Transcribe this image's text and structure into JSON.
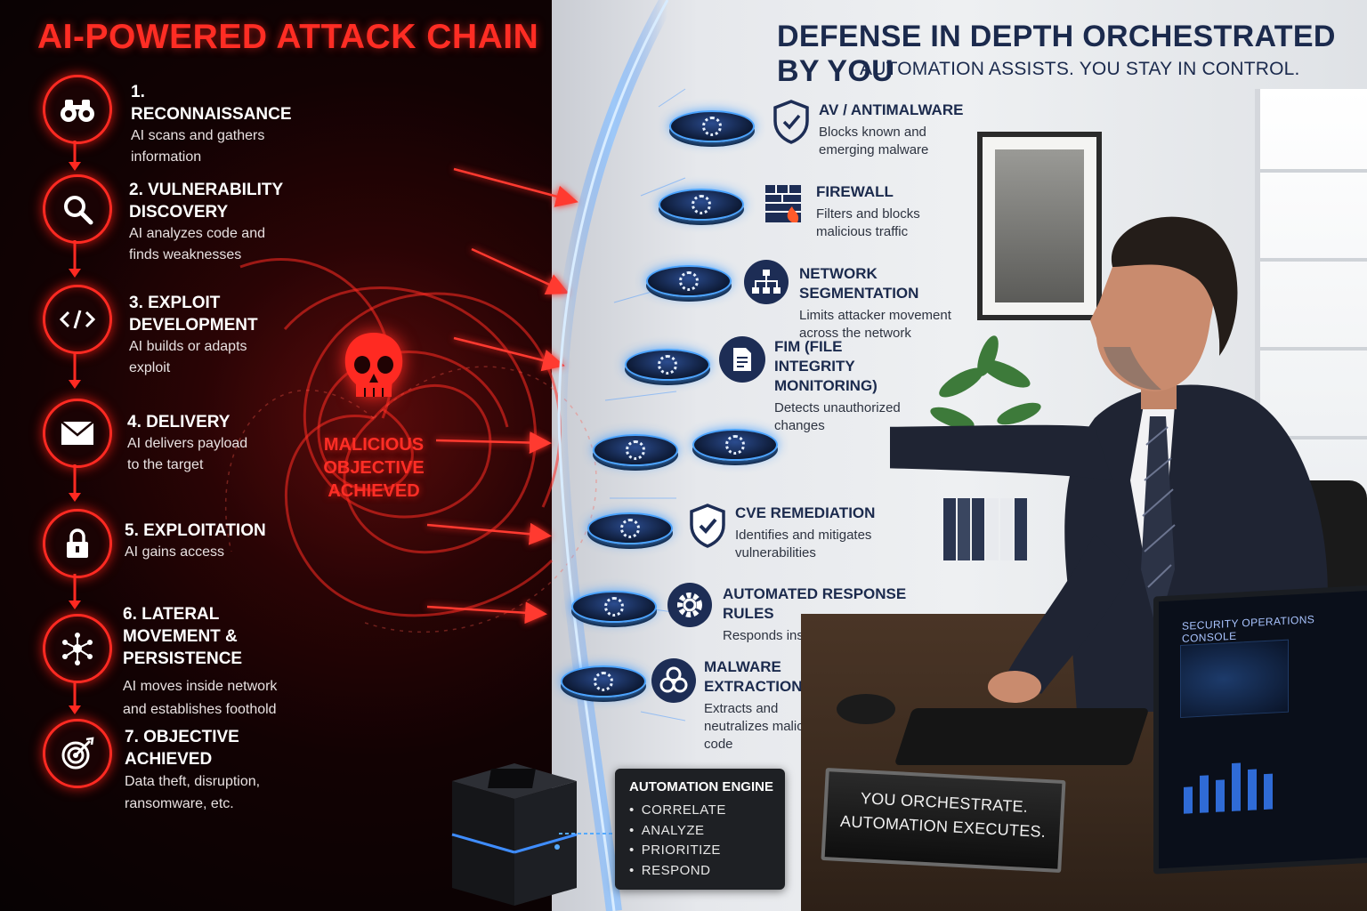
{
  "left_panel": {
    "title": "AI-POWERED ATTACK CHAIN",
    "steps": [
      {
        "title": "1. RECONNAISSANCE",
        "desc": "AI scans and gathers information",
        "icon": "binoculars-icon"
      },
      {
        "title": "2. VULNERABILITY DISCOVERY",
        "desc": "AI analyzes code and finds weaknesses",
        "icon": "magnifier-icon"
      },
      {
        "title": "3. EXPLOIT DEVELOPMENT",
        "desc": "AI builds or adapts exploit",
        "icon": "code-icon"
      },
      {
        "title": "4. DELIVERY",
        "desc": "AI delivers payload to the target",
        "icon": "envelope-icon"
      },
      {
        "title": "5. EXPLOITATION",
        "desc": "AI gains access",
        "icon": "lock-icon"
      },
      {
        "title": "6. LATERAL MOVEMENT & PERSISTENCE",
        "desc": "AI moves inside network and establishes foothold",
        "icon": "network-icon"
      },
      {
        "title": "7. OBJECTIVE ACHIEVED",
        "desc": "Data theft, disruption, ransomware, etc.",
        "icon": "target-icon"
      }
    ],
    "malicious_label": "MALICIOUS OBJECTIVE ACHIEVED"
  },
  "right_panel": {
    "title": "DEFENSE IN DEPTH ORCHESTRATED BY YOU",
    "subtitle": "AUTOMATION ASSISTS. YOU STAY IN CONTROL.",
    "defenses": [
      {
        "title": "AV / ANTIMALWARE",
        "desc": "Blocks known and emerging malware",
        "icon": "shield-icon"
      },
      {
        "title": "FIREWALL",
        "desc": "Filters and blocks malicious traffic",
        "icon": "firewall-icon"
      },
      {
        "title": "NETWORK SEGMENTATION",
        "desc": "Limits attacker movement across the network",
        "icon": "hierarchy-icon"
      },
      {
        "title": "FIM (FILE INTEGRITY MONITORING)",
        "desc": "Detects unauthorized changes",
        "icon": "document-icon"
      },
      {
        "title": "CVE REMEDIATION",
        "desc": "Identifies and mitigates vulnerabilities",
        "icon": "shield-check-icon"
      },
      {
        "title": "AUTOMATED RESPONSE RULES",
        "desc": "Responds instantly to threats",
        "icon": "gear-icon"
      },
      {
        "title": "MALWARE EXTRACTION",
        "desc": "Extracts and neutralizes malicious code",
        "icon": "biohazard-icon"
      }
    ]
  },
  "automation_engine": {
    "title": "AUTOMATION ENGINE",
    "items": [
      "CORRELATE",
      "ANALYZE",
      "PRIORITIZE",
      "RESPOND"
    ]
  },
  "nameplate": {
    "line1": "YOU ORCHESTRATE.",
    "line2": "AUTOMATION EXECUTES."
  },
  "monitor": {
    "title": "SECURITY OPERATIONS CONSOLE"
  },
  "colors": {
    "attack_red": "#ff2a22",
    "defense_navy": "#1b2a4d",
    "barrier_blue": "#3f8dff"
  }
}
